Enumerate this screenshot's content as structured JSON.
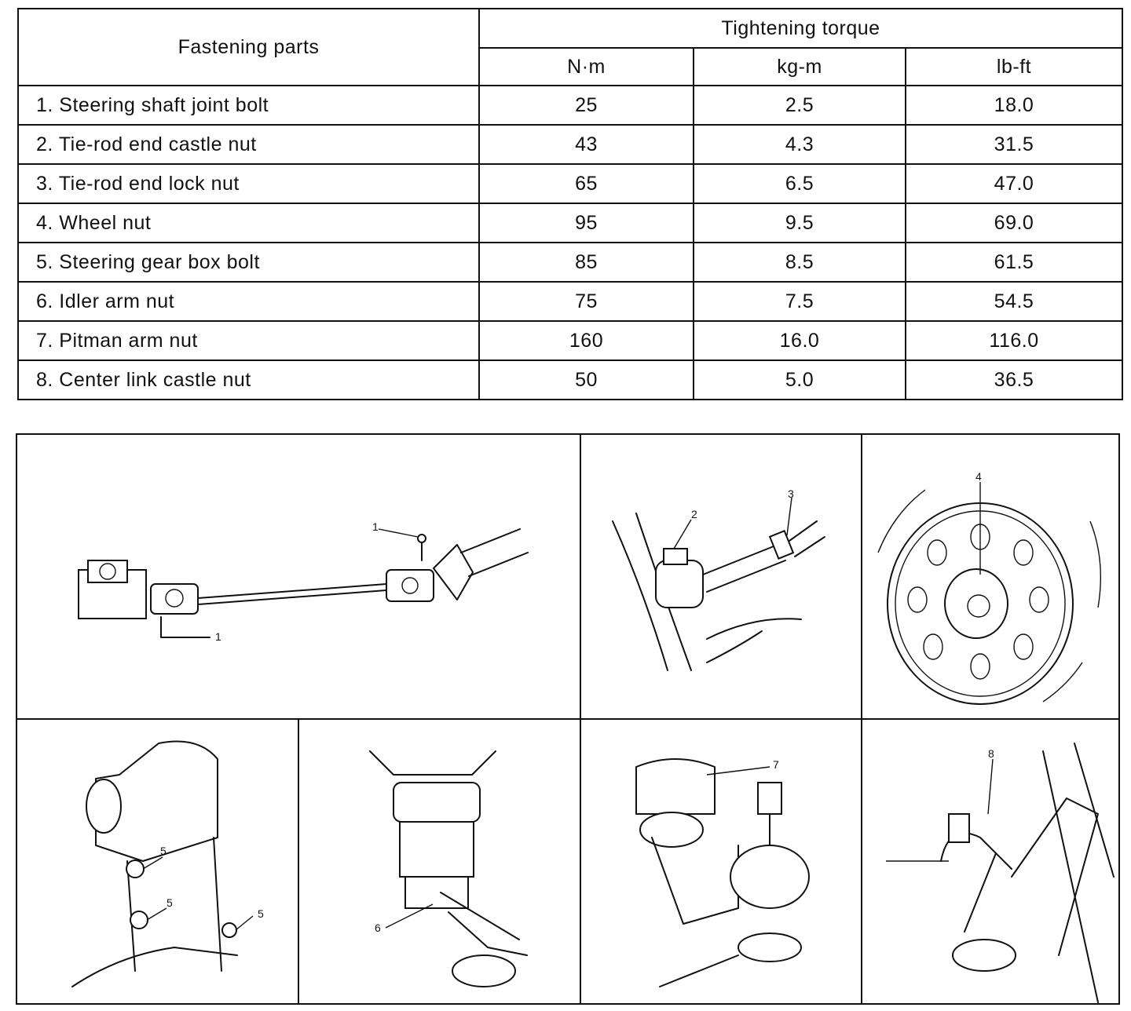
{
  "table": {
    "header_part": "Fastening parts",
    "header_torque": "Tightening torque",
    "units": [
      "N·m",
      "kg-m",
      "lb-ft"
    ],
    "rows": [
      {
        "part": "1. Steering shaft joint bolt",
        "nm": "25",
        "kgm": "2.5",
        "lbft": "18.0"
      },
      {
        "part": "2. Tie-rod end castle nut",
        "nm": "43",
        "kgm": "4.3",
        "lbft": "31.5"
      },
      {
        "part": "3. Tie-rod end lock nut",
        "nm": "65",
        "kgm": "6.5",
        "lbft": "47.0"
      },
      {
        "part": "4. Wheel nut",
        "nm": "95",
        "kgm": "9.5",
        "lbft": "69.0"
      },
      {
        "part": "5. Steering gear box bolt",
        "nm": "85",
        "kgm": "8.5",
        "lbft": "61.5"
      },
      {
        "part": "6. Idler arm nut",
        "nm": "75",
        "kgm": "7.5",
        "lbft": "54.5"
      },
      {
        "part": "7. Pitman arm nut",
        "nm": "160",
        "kgm": "16.0",
        "lbft": "116.0"
      },
      {
        "part": "8. Center link castle nut",
        "nm": "50",
        "kgm": "5.0",
        "lbft": "36.5"
      }
    ]
  },
  "illustrations": {
    "steering_shaft": {
      "callout_a": "1",
      "callout_b": "1"
    },
    "tie_rod_end": {
      "callout_a": "2",
      "callout_b": "3"
    },
    "wheel": {
      "callout": "4"
    },
    "gear_box": {
      "callout_a": "5",
      "callout_b": "5",
      "callout_c": "5"
    },
    "idler_arm": {
      "callout": "6"
    },
    "pitman_arm": {
      "callout": "7"
    },
    "center_link": {
      "callout": "8"
    }
  }
}
